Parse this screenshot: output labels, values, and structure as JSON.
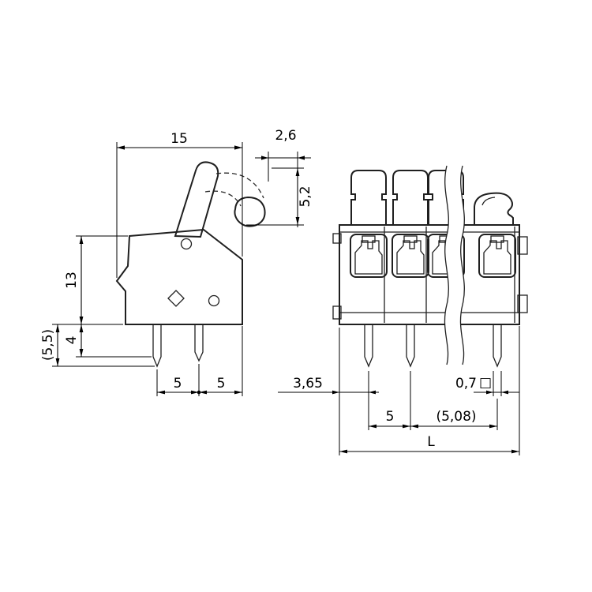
{
  "drawing": {
    "type": "technical-dimension-drawing",
    "subject": "pcb-terminal-block-with-push-buttons"
  },
  "colors": {
    "housing_gray": "#9aa0a4",
    "hole_gray": "#aeb3b6",
    "clamp_orange": "#e2862e",
    "outline": "#1f1f1f",
    "dimension": "#000000",
    "background": "#ffffff"
  },
  "dimensions": {
    "top_width": "15",
    "lever_tip_offset": "2,6",
    "lever_tip_height": "5,2",
    "housing_height": "13",
    "pin_total_length_ref": "(5,5)",
    "pin_length": "4",
    "side_pin_spacing_1": "5",
    "side_pin_spacing_2": "5",
    "edge_to_first_pin": "3,65",
    "pin_cross_section": "0,7",
    "pin_cross_section_symbol": "□",
    "pole_pitch": "5",
    "pole_pitch_alt": "(5,08)",
    "total_length": "L"
  }
}
